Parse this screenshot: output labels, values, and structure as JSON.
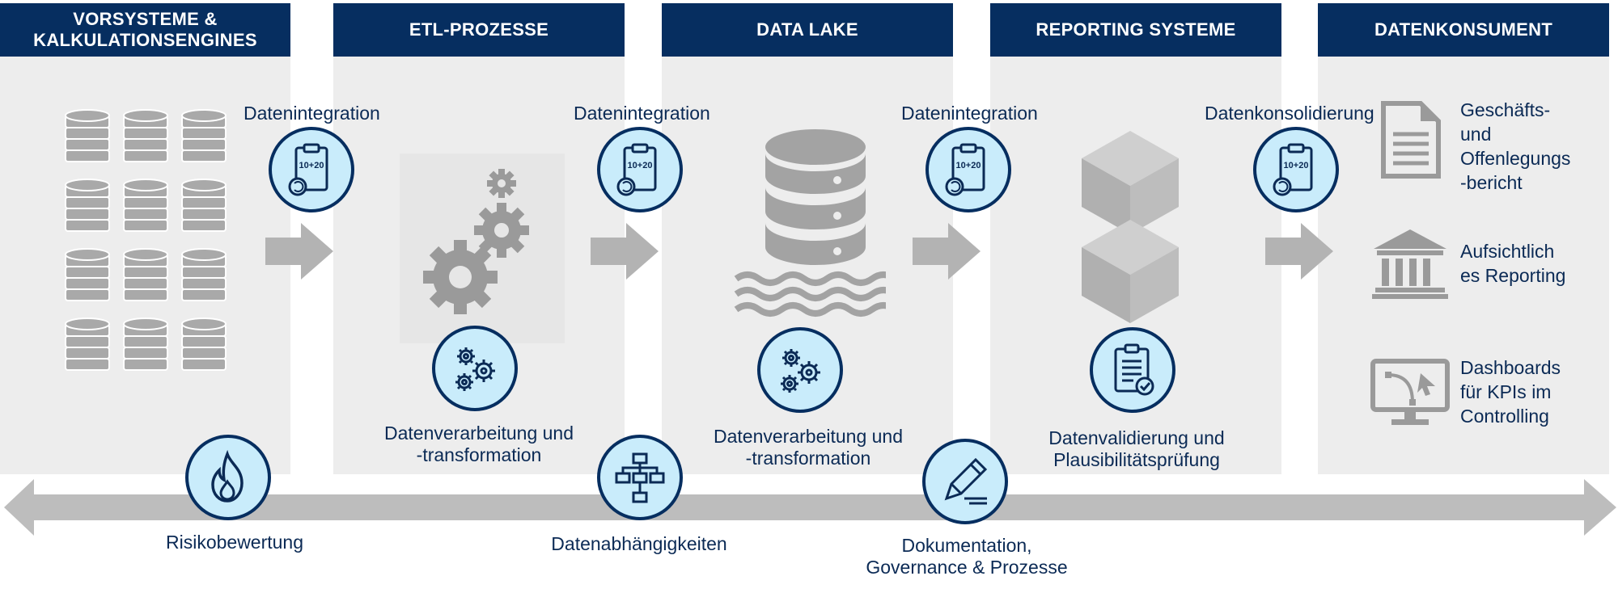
{
  "stages": [
    {
      "title": "VORSYSTEME & KALKULATIONSENGINES",
      "title_line1": "VORSYSTEME &",
      "title_line2": "KALKULATIONSENGINES"
    },
    {
      "title": "ETL-PROZESSE"
    },
    {
      "title": "DATA LAKE"
    },
    {
      "title": "REPORTING SYSTEME"
    },
    {
      "title": "DATENKONSUMENT"
    }
  ],
  "flow_labels": [
    "Datenintegration",
    "Datenintegration",
    "Datenintegration",
    "Datenkonsolidierung"
  ],
  "processing": {
    "etl": {
      "line1": "Datenverarbeitung und",
      "line2": "-transformation"
    },
    "lake": {
      "line1": "Datenverarbeitung und",
      "line2": "-transformation"
    },
    "reporting": {
      "line1": "Datenvalidierung und",
      "line2": "Plausibilitätsprüfung"
    }
  },
  "consumers": [
    {
      "icon": "document-icon",
      "lines": [
        "Geschäfts-",
        "und",
        "Offenlegungs",
        "-bericht"
      ]
    },
    {
      "icon": "bank-icon",
      "lines": [
        "Aufsichtlich",
        "es Reporting"
      ]
    },
    {
      "icon": "monitor-chart-icon",
      "lines": [
        "Dashboards",
        "für KPIs im",
        "Controlling"
      ]
    }
  ],
  "bottom": {
    "risk": "Risikobewertung",
    "dependencies": "Datenabhängigkeiten",
    "documentation_line1": "Dokumentation,",
    "documentation_line2": "Governance & Prozesse"
  },
  "icon_text": "10+20",
  "colors": {
    "navy": "#062e60",
    "light_blue": "#c9ecfb",
    "panel": "#ededed",
    "gray": "#a8a8a8"
  }
}
